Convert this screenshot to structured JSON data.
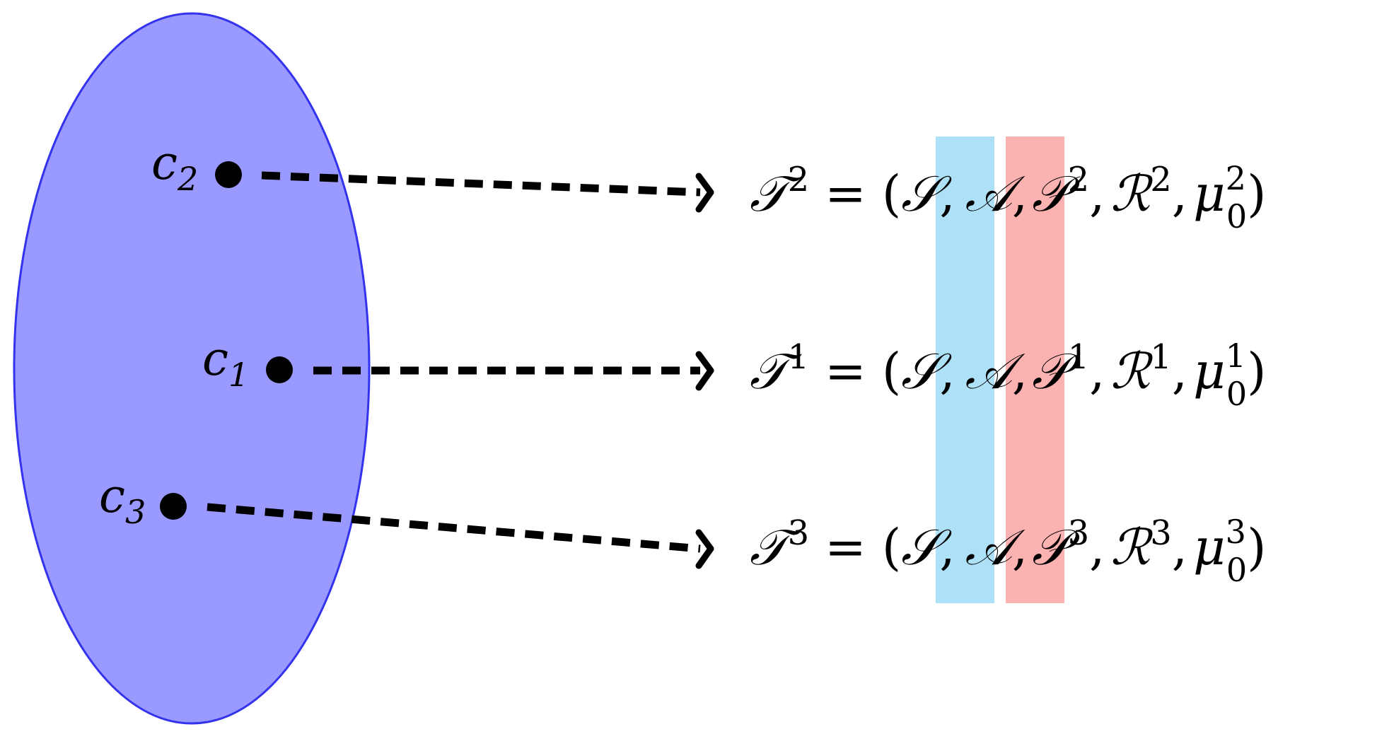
{
  "colors": {
    "ellipse_fill": "#9999ff",
    "ellipse_stroke": "#3333ee",
    "state_band": "#aee1f7",
    "action_band": "#fdb2b2",
    "arrow": "#000000"
  },
  "contexts": [
    {
      "id": "c2",
      "label": "c",
      "sub": "2",
      "task": {
        "T": "𝒯",
        "sup": "2",
        "eq": "=",
        "open": "(",
        "S": "𝒮",
        "comma1": ",",
        "A": "𝒜",
        "comma2": ",",
        "P": "𝒫",
        "P_sup": "2",
        "comma3": ",",
        "R": "ℛ",
        "R_sup": "2",
        "comma4": ",",
        "mu": "μ",
        "mu_sup": "2",
        "mu_sub": "0",
        "close": ")"
      }
    },
    {
      "id": "c1",
      "label": "c",
      "sub": "1",
      "task": {
        "T": "𝒯",
        "sup": "1",
        "eq": "=",
        "open": "(",
        "S": "𝒮",
        "comma1": ",",
        "A": "𝒜",
        "comma2": ",",
        "P": "𝒫",
        "P_sup": "1",
        "comma3": ",",
        "R": "ℛ",
        "R_sup": "1",
        "comma4": ",",
        "mu": "μ",
        "mu_sup": "1",
        "mu_sub": "0",
        "close": ")"
      }
    },
    {
      "id": "c3",
      "label": "c",
      "sub": "3",
      "task": {
        "T": "𝒯",
        "sup": "3",
        "eq": "=",
        "open": "(",
        "S": "𝒮",
        "comma1": ",",
        "A": "𝒜",
        "comma2": ",",
        "P": "𝒫",
        "P_sup": "3",
        "comma3": ",",
        "R": "ℛ",
        "R_sup": "3",
        "comma4": ",",
        "mu": "μ",
        "mu_sup": "3",
        "mu_sub": "0",
        "close": ")"
      }
    }
  ]
}
